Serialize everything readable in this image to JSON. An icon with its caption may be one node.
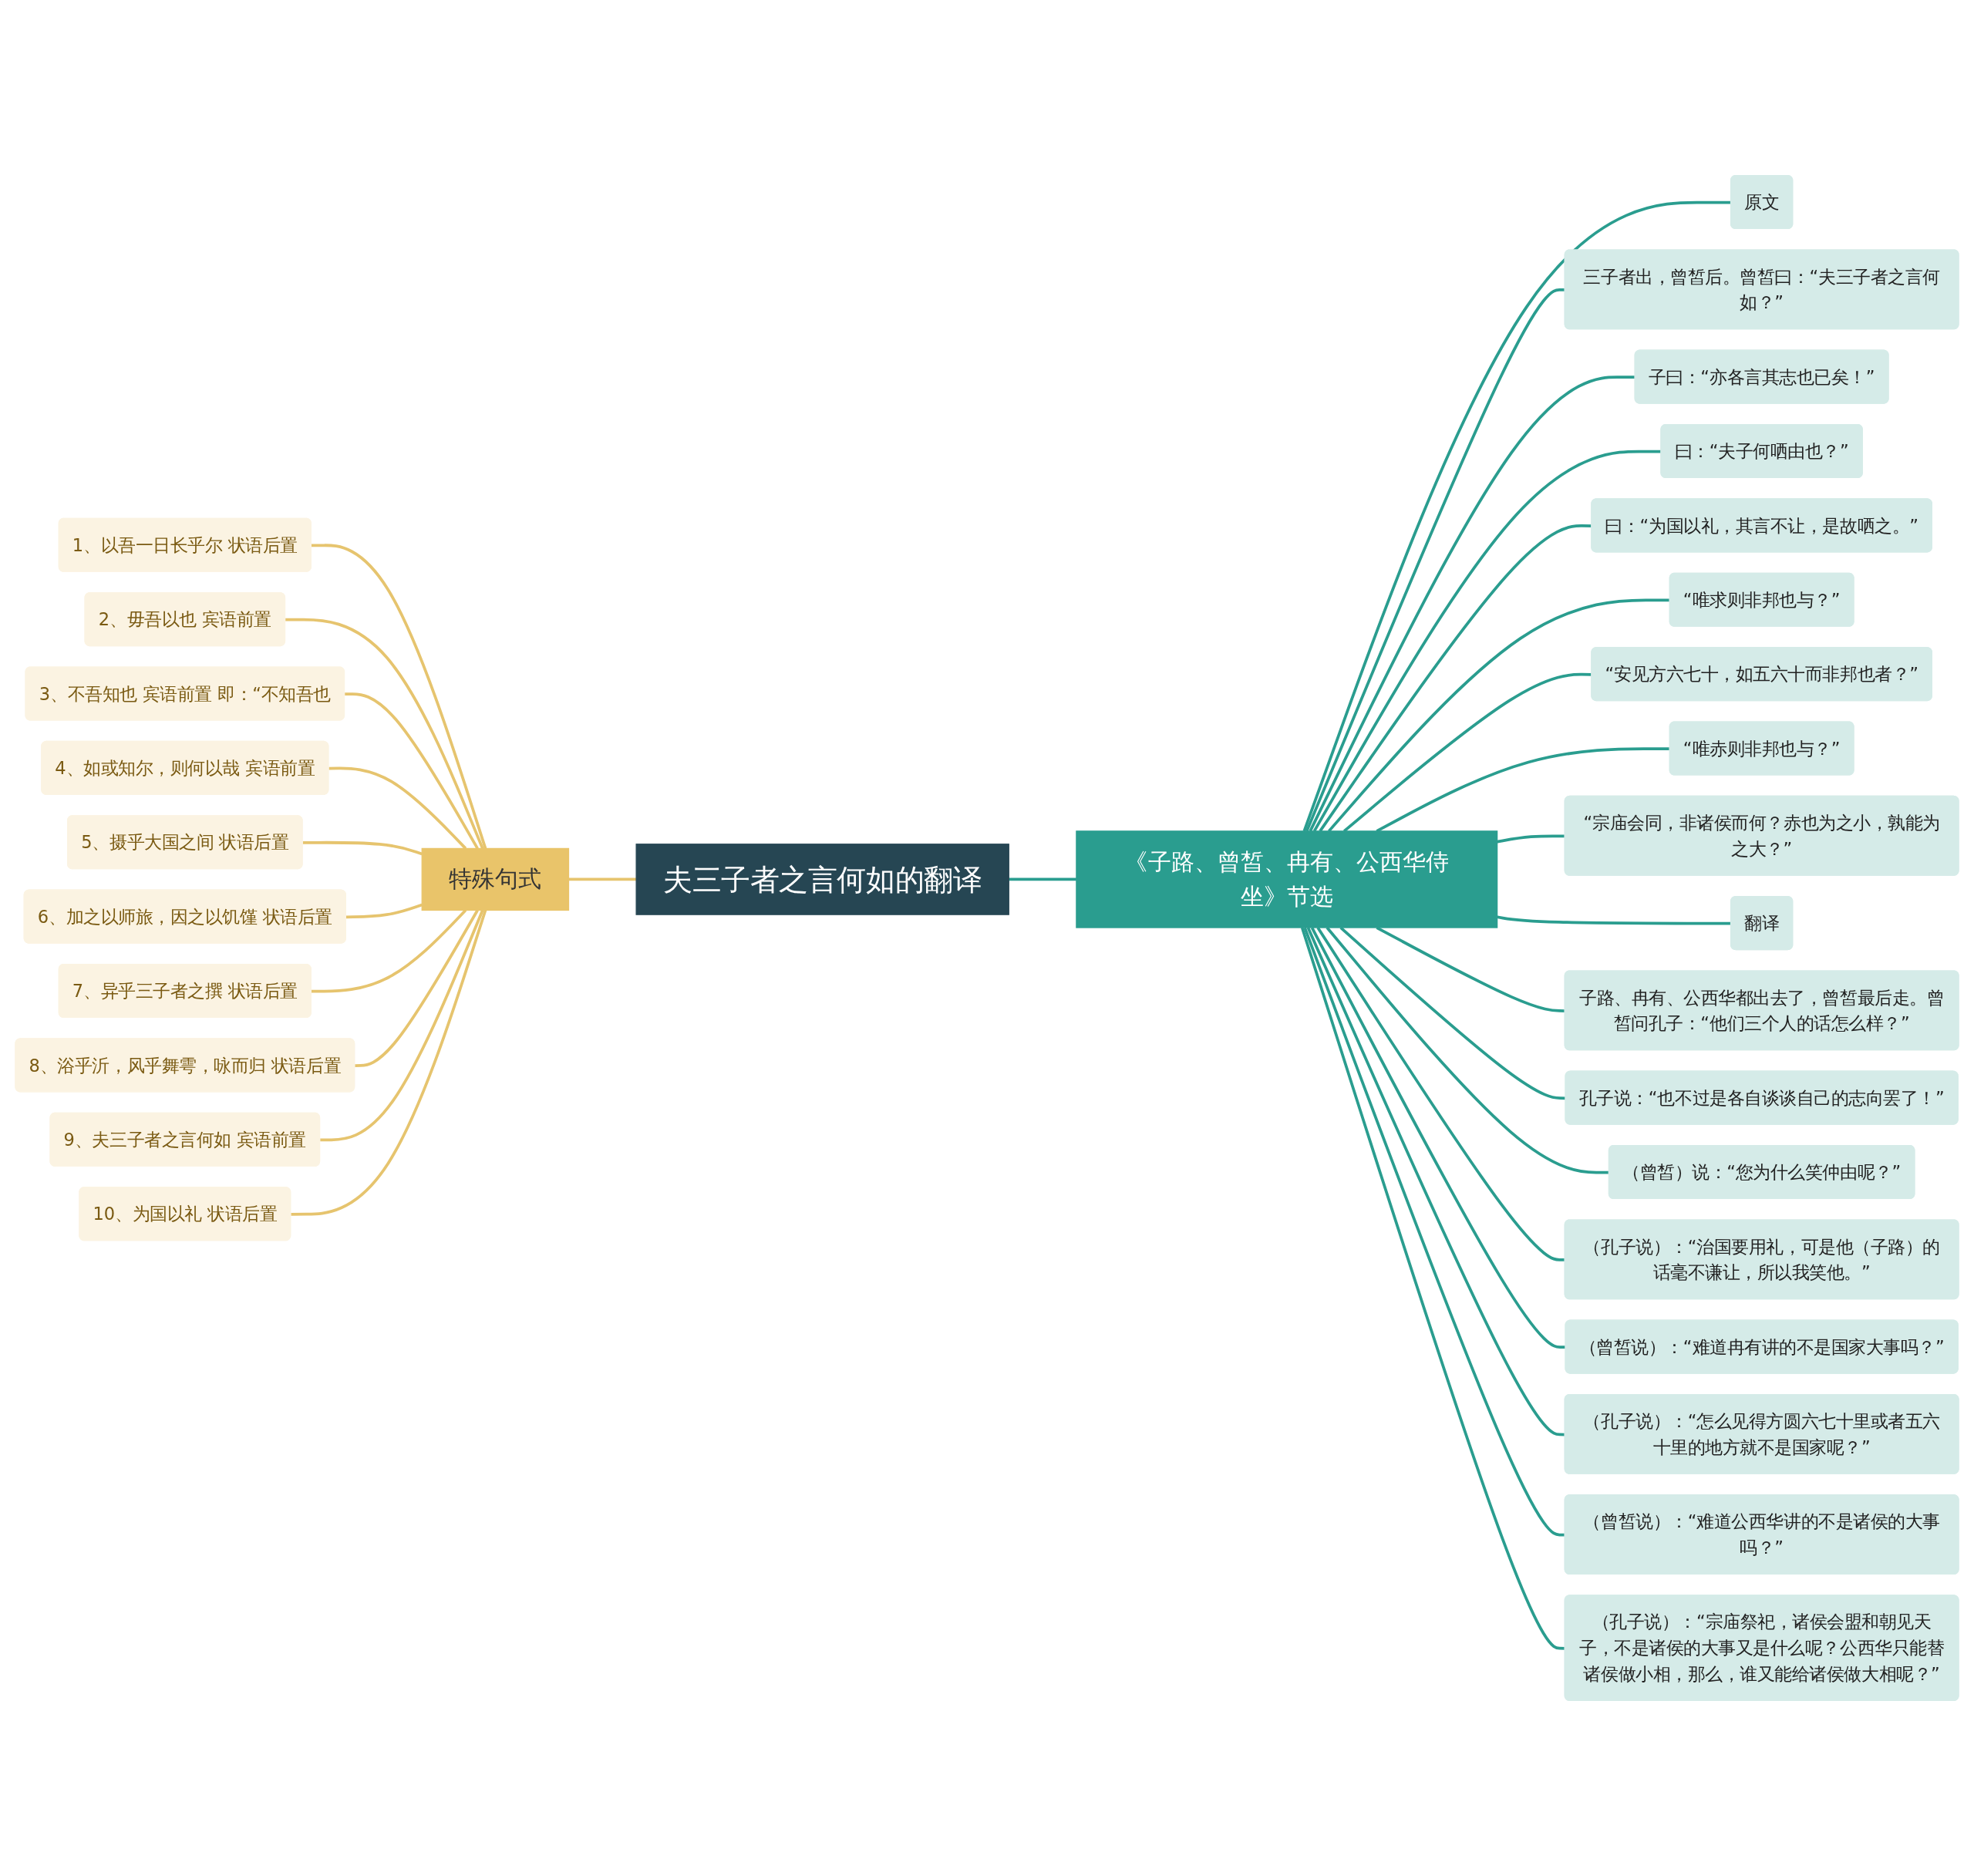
{
  "diagram": {
    "nodes": [
      {
        "text": [
          "夫三子者之言何如的翻译"
        ]
      },
      {
        "text": [
          "特殊句式"
        ]
      },
      {
        "text": [
          "1、以吾一日长乎尔  状语后置"
        ]
      },
      {
        "text": [
          "2、毋吾以也  宾语前置"
        ]
      },
      {
        "text": [
          "3、不吾知也  宾语前置  即：“不知吾也"
        ]
      },
      {
        "text": [
          "4、如或知尔，则何以哉  宾语前置"
        ]
      },
      {
        "text": [
          "5、摄乎大国之间  状语后置"
        ]
      },
      {
        "text": [
          "6、加之以师旅，因之以饥馑  状语后置"
        ]
      },
      {
        "text": [
          "7、异乎三子者之撰  状语后置"
        ]
      },
      {
        "text": [
          "8、浴乎沂，风乎舞雩，咏而归  状语后置"
        ]
      },
      {
        "text": [
          "9、夫三子者之言何如  宾语前置"
        ]
      },
      {
        "text": [
          "10、为国以礼  状语后置"
        ]
      },
      {
        "text": [
          "《子路、曾皙、冉有、公西华侍坐》节选"
        ]
      },
      {
        "text": [
          "原文"
        ]
      },
      {
        "text": [
          "三子者出，曾皙后。曾皙曰：“夫三子者之言何如？”"
        ]
      },
      {
        "text": [
          "子曰：“亦各言其志也已矣！”"
        ]
      },
      {
        "text": [
          "曰：“夫子何哂由也？”"
        ]
      },
      {
        "text": [
          "曰：“为国以礼，其言不让，是故哂之。”"
        ]
      },
      {
        "text": [
          "“唯求则非邦也与？”"
        ]
      },
      {
        "text": [
          "“安见方六七十，如五六十而非邦也者？”"
        ]
      },
      {
        "text": [
          "“唯赤则非邦也与？”"
        ]
      },
      {
        "text": [
          "“宗庙会同，非诸侯而何？赤也为之小，孰能为之大？”"
        ]
      },
      {
        "text": [
          "翻译"
        ]
      },
      {
        "text": [
          "子路、冉有、公西华都出去了，曾皙最后走。曾皙问孔子：“他们三个人的话怎么样？”"
        ]
      },
      {
        "text": [
          "孔子说：“也不过是各自谈谈自己的志向罢了！”"
        ]
      },
      {
        "text": [
          "（曾皙）说：“您为什么笑仲由呢？”"
        ]
      },
      {
        "text": [
          "（孔子说）：“治国要用礼，可是他（子路）的话毫不谦让，所以我笑他。”"
        ]
      },
      {
        "text": [
          "（曾皙说）：“难道冉有讲的不是国家大事吗？”"
        ]
      },
      {
        "text": [
          "（孔子说）：“怎么见得方圆六七十里或者五六十里的地方就不是国家呢？”"
        ]
      },
      {
        "text": [
          "（曾皙说）：“难道公西华讲的不是诸侯的大事吗？”"
        ]
      },
      {
        "text": [
          "（孔子说）：“宗庙祭祀，诸侯会盟和朝见天子，不是诸侯的大事又是什么呢？公西华只能替诸侯做小相，那么，谁又能给诸侯做大相呢？”"
        ]
      }
    ],
    "edges": [
      {
        "from": 1,
        "to": 0,
        "arrow": "none",
        "color": "#e6c46e"
      },
      {
        "from": 2,
        "to": 1,
        "arrow": "none",
        "color": "#e6c46e"
      },
      {
        "from": 3,
        "to": 1,
        "arrow": "none",
        "color": "#e6c46e"
      },
      {
        "from": 4,
        "to": 1,
        "arrow": "none",
        "color": "#e6c46e"
      },
      {
        "from": 5,
        "to": 1,
        "arrow": "none",
        "color": "#e6c46e"
      },
      {
        "from": 6,
        "to": 1,
        "arrow": "none",
        "color": "#e6c46e"
      },
      {
        "from": 7,
        "to": 1,
        "arrow": "none",
        "color": "#e6c46e"
      },
      {
        "from": 8,
        "to": 1,
        "arrow": "none",
        "color": "#e6c46e"
      },
      {
        "from": 9,
        "to": 1,
        "arrow": "none",
        "color": "#e6c46e"
      },
      {
        "from": 10,
        "to": 1,
        "arrow": "none",
        "color": "#e6c46e"
      },
      {
        "from": 11,
        "to": 1,
        "arrow": "none",
        "color": "#e6c46e"
      },
      {
        "from": 0,
        "to": 12,
        "arrow": "none"
      },
      {
        "from": 12,
        "to": 13,
        "arrow": "none"
      },
      {
        "from": 12,
        "to": 14,
        "arrow": "none"
      },
      {
        "from": 12,
        "to": 15,
        "arrow": "none"
      },
      {
        "from": 12,
        "to": 16,
        "arrow": "none"
      },
      {
        "from": 12,
        "to": 17,
        "arrow": "none"
      },
      {
        "from": 12,
        "to": 18,
        "arrow": "none"
      },
      {
        "from": 12,
        "to": 19,
        "arrow": "none"
      },
      {
        "from": 12,
        "to": 20,
        "arrow": "none"
      },
      {
        "from": 12,
        "to": 21,
        "arrow": "none"
      },
      {
        "from": 12,
        "to": 22,
        "arrow": "none"
      },
      {
        "from": 12,
        "to": 23,
        "arrow": "none"
      },
      {
        "from": 12,
        "to": 24,
        "arrow": "none"
      },
      {
        "from": 12,
        "to": 25,
        "arrow": "none"
      },
      {
        "from": 12,
        "to": 26,
        "arrow": "none"
      },
      {
        "from": 12,
        "to": 27,
        "arrow": "none"
      },
      {
        "from": 12,
        "to": 28,
        "arrow": "none"
      },
      {
        "from": 12,
        "to": 29,
        "arrow": "none"
      },
      {
        "from": 12,
        "to": 30,
        "arrow": "none"
      }
    ]
  }
}
